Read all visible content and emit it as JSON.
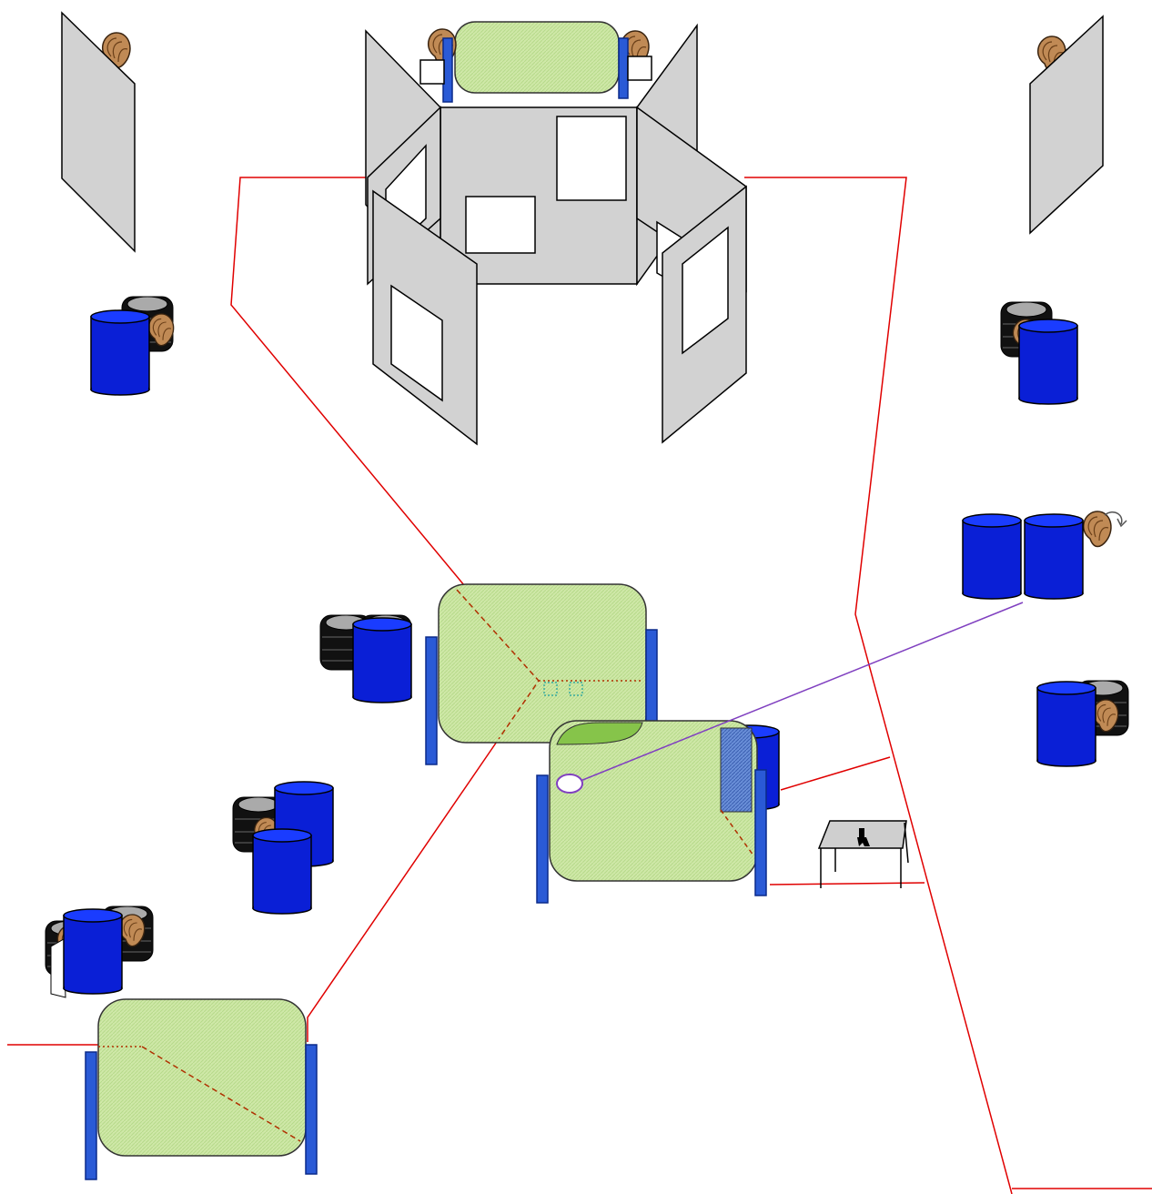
{
  "colors": {
    "background": "#ffffff",
    "fire_line": "#e00000",
    "lane_dash": "#b03000",
    "shoot_line": "#8040c0",
    "barrel": "#0a1fd6",
    "barrel_top": "#1a3cff",
    "tire": "#111111",
    "tire_hub": "#aaaaaa",
    "wall": "#d2d2d2",
    "window": "#ffffff",
    "wood": "#c08a55",
    "wood_dark": "#8a5a2b",
    "cover_fill": "#cfe8a8",
    "cover_stroke": "#333333",
    "post": "#2a5ad6",
    "post_stroke": "#0b2a8a",
    "table_top": "#cfcfcf",
    "start_oval": "#ffffff"
  },
  "stage_elements": [
    {
      "kind": "popper-panel",
      "name": "popper-panel-left",
      "icon": "steel-target-icon"
    },
    {
      "kind": "popper-panel",
      "name": "popper-panel-right",
      "icon": "steel-target-icon"
    },
    {
      "kind": "shoot-house",
      "name": "shoot-house-with-windows",
      "icon": "wall-icon"
    },
    {
      "kind": "barrel-stack",
      "name": "barrel-stack-upper-left",
      "icon": "barrel-icon"
    },
    {
      "kind": "barrel-stack",
      "name": "barrel-stack-upper-right",
      "icon": "barrel-icon"
    },
    {
      "kind": "barrel-stack",
      "name": "barrel-pair-right",
      "icon": "barrel-icon"
    },
    {
      "kind": "barrel-stack",
      "name": "barrel-stack-right-middle",
      "icon": "barrel-icon"
    },
    {
      "kind": "barrel-stack",
      "name": "barrel-stack-middle-left",
      "icon": "barrel-icon"
    },
    {
      "kind": "barrel-stack",
      "name": "barrel-stack-lower-left-center",
      "icon": "barrel-icon"
    },
    {
      "kind": "barrel-stack",
      "name": "barrel-stack-bottom-left",
      "icon": "barrel-icon"
    },
    {
      "kind": "cover",
      "name": "cover-panel-top",
      "icon": "barricade-icon"
    },
    {
      "kind": "cover",
      "name": "cover-panel-center-top",
      "icon": "barricade-icon"
    },
    {
      "kind": "cover",
      "name": "cover-panel-center-bottom",
      "icon": "barricade-icon"
    },
    {
      "kind": "cover",
      "name": "cover-panel-bottom-left",
      "icon": "barricade-icon"
    },
    {
      "kind": "table",
      "name": "start-table",
      "icon": "pistol-icon"
    },
    {
      "kind": "start",
      "name": "start-position-oval",
      "icon": "oval-icon"
    },
    {
      "kind": "fault-line",
      "name": "fault-lines",
      "icon": "line-icon"
    },
    {
      "kind": "activator",
      "name": "swinger-activator",
      "icon": "rotate-arrow-icon"
    }
  ]
}
